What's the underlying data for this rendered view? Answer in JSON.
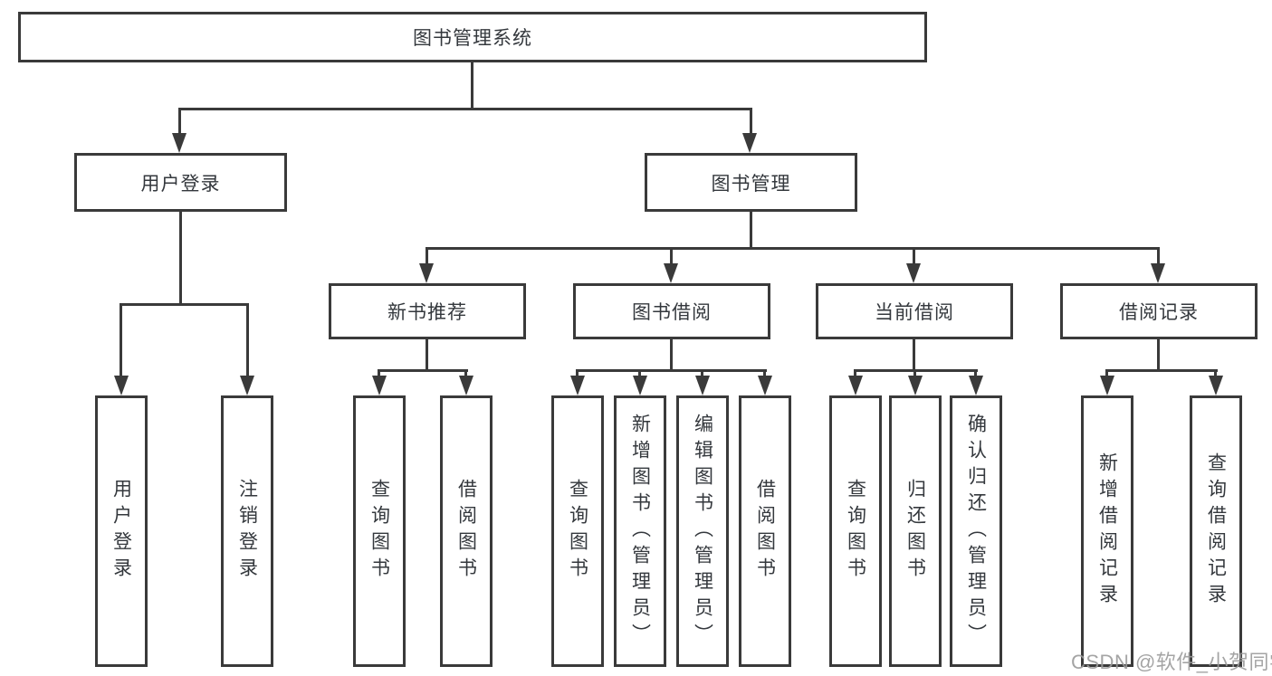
{
  "diagram_type": "hierarchy-chart",
  "colors": {
    "line": "#3a3a3a",
    "text": "#34383d",
    "watermark": "#9b9b9b",
    "background": "#ffffff"
  },
  "tree": {
    "label": "图书管理系统",
    "children": [
      {
        "label": "用户登录",
        "children": [
          {
            "label": "用户登录"
          },
          {
            "label": "注销登录"
          }
        ]
      },
      {
        "label": "图书管理",
        "children": [
          {
            "label": "新书推荐",
            "children": [
              {
                "label": "查询图书"
              },
              {
                "label": "借阅图书"
              }
            ]
          },
          {
            "label": "图书借阅",
            "children": [
              {
                "label": "查询图书"
              },
              {
                "label": "新增图书（管理员）"
              },
              {
                "label": "编辑图书（管理员）"
              },
              {
                "label": "借阅图书"
              }
            ]
          },
          {
            "label": "当前借阅",
            "children": [
              {
                "label": "查询图书"
              },
              {
                "label": "归还图书"
              },
              {
                "label": "确认归还（管理员）"
              }
            ]
          },
          {
            "label": "借阅记录",
            "children": [
              {
                "label": "新增借阅记录"
              },
              {
                "label": "查询借阅记录"
              }
            ]
          }
        ]
      }
    ]
  },
  "watermark": {
    "text": "CSDN @软件_小贺同学"
  }
}
